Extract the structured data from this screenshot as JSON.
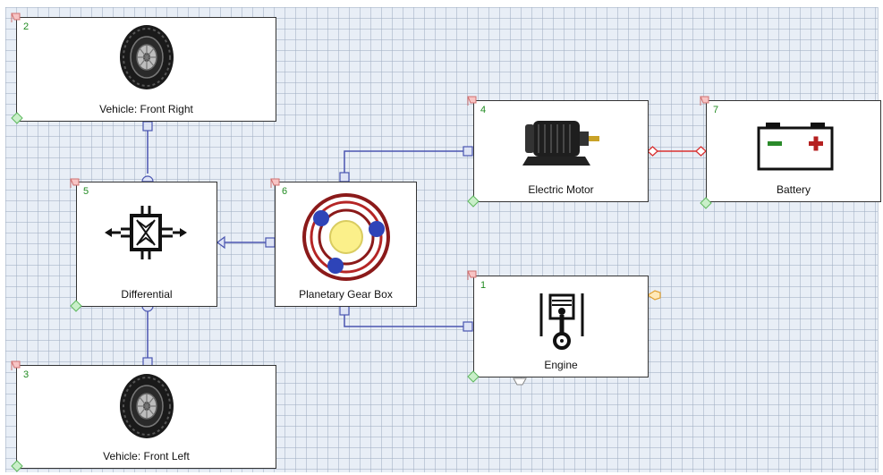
{
  "blocks": {
    "front_right": {
      "number": "2",
      "label": "Vehicle: Front Right",
      "icon": "tire-icon"
    },
    "front_left": {
      "number": "3",
      "label": "Vehicle: Front Left",
      "icon": "tire-icon"
    },
    "differential": {
      "number": "5",
      "label": "Differential",
      "icon": "differential-icon"
    },
    "gearbox": {
      "number": "6",
      "label": "Planetary Gear Box",
      "icon": "planetary-gear-icon"
    },
    "motor": {
      "number": "4",
      "label": "Electric Motor",
      "icon": "electric-motor-icon"
    },
    "battery": {
      "number": "7",
      "label": "Battery",
      "icon": "battery-icon"
    },
    "engine": {
      "number": "1",
      "label": "Engine",
      "icon": "engine-piston-icon"
    }
  },
  "colors": {
    "mechanical_wire": "#4a55b0",
    "electrical_wire": "#d93030",
    "block_number": "#1f8a1f"
  }
}
